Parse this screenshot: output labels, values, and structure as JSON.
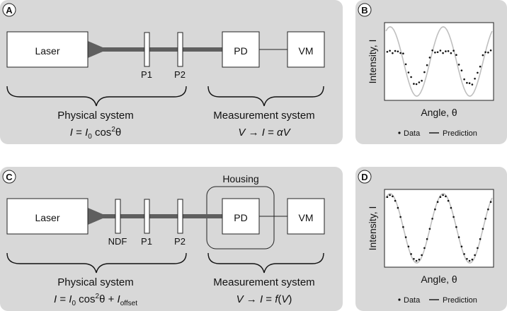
{
  "panel_a": {
    "badge": "A",
    "laser": "Laser",
    "pd": "PD",
    "vm": "VM",
    "p1": "P1",
    "p2": "P2",
    "physical_title": "Physical system",
    "measurement_title": "Measurement system",
    "physical_eq": {
      "I": "I",
      "eq": " = ",
      "I0": "I",
      "sub0": "0",
      "cos": " cos",
      "sup": "2",
      "theta": "θ"
    },
    "measurement_eq": {
      "V": "V",
      "arrow": " → ",
      "I": "I",
      "eq": " = ",
      "alpha": "α",
      "V2": "V"
    }
  },
  "panel_b": {
    "badge": "B",
    "ylabel": "Intensity, I",
    "xlabel": "Angle, θ",
    "legend_data": "Data",
    "legend_pred": "Prediction"
  },
  "panel_c": {
    "badge": "C",
    "housing": "Housing",
    "laser": "Laser",
    "pd": "PD",
    "vm": "VM",
    "ndf": "NDF",
    "p1": "P1",
    "p2": "P2",
    "physical_title": "Physical system",
    "measurement_title": "Measurement system",
    "physical_eq": {
      "I": "I",
      "eq": " = ",
      "I0": "I",
      "sub0": "0",
      "cos": " cos",
      "sup": "2",
      "theta": "θ + ",
      "Ioff": "I",
      "suboff": "offset"
    },
    "measurement_eq": {
      "V": "V",
      "arrow": " → ",
      "I": "I",
      "eq": " = ",
      "f": "f",
      "paren": "(",
      "V2": "V",
      "paren2": ")"
    }
  },
  "panel_d": {
    "badge": "D",
    "ylabel": "Intensity, I",
    "xlabel": "Angle, θ",
    "legend_data": "Data",
    "legend_pred": "Prediction"
  },
  "colors": {
    "panel": "#d8d8d8",
    "beam": "#5f5f5f",
    "prediction": "#bfbfbf",
    "data": "#111111"
  }
}
